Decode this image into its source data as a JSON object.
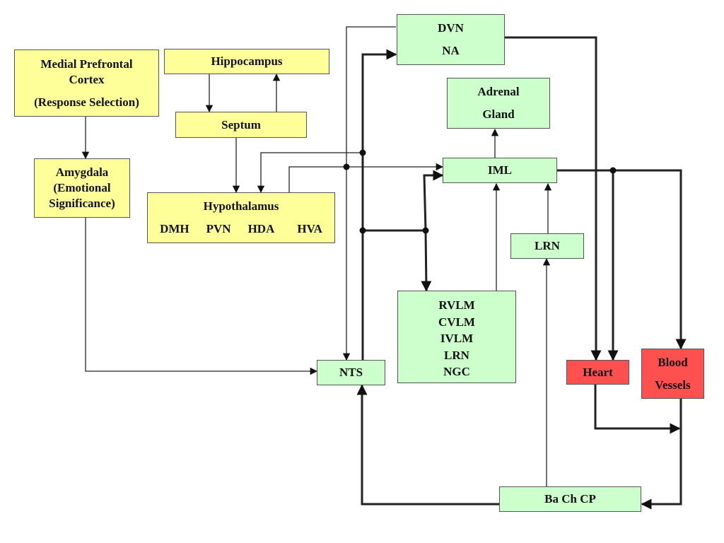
{
  "diagram": {
    "colors": {
      "cortical": "#ffff99",
      "brainstem": "#ccffcc",
      "effector": "#ff5050"
    },
    "nodes": {
      "mpfc": {
        "line1": "Medial Prefrontal",
        "line2": "Cortex",
        "line3": "(Response Selection)"
      },
      "hippocampus": {
        "label": "Hippocampus"
      },
      "septum": {
        "label": "Septum"
      },
      "amygdala": {
        "line1": "Amygdala",
        "line2": "(Emotional",
        "line3": "Significance)"
      },
      "hypothalamus": {
        "label": "Hypothalamus",
        "subnuclei": [
          "DMH",
          "PVN",
          "HDA",
          "HVA"
        ]
      },
      "dvn_na": {
        "line1": "DVN",
        "line2": "NA"
      },
      "adrenal": {
        "line1": "Adrenal",
        "line2": "Gland"
      },
      "iml": {
        "label": "IML"
      },
      "lrn": {
        "label": "LRN"
      },
      "medulla": {
        "lines": [
          "RVLM",
          "CVLM",
          "IVLM",
          "LRN",
          "NGC"
        ]
      },
      "nts": {
        "label": "NTS"
      },
      "heart": {
        "label": "Heart"
      },
      "blood_vessels": {
        "line1": "Blood",
        "line2": "Vessels"
      },
      "bachcp": {
        "label": "Ba Ch CP"
      }
    },
    "connections": [
      {
        "from": "Medial Prefrontal Cortex",
        "to": "Amygdala"
      },
      {
        "from": "Hippocampus",
        "to": "Septum"
      },
      {
        "from": "Septum",
        "to": "Hippocampus"
      },
      {
        "from": "Septum",
        "to": "Hypothalamus"
      },
      {
        "from": "Amygdala",
        "to": "NTS"
      },
      {
        "from": "Hypothalamus",
        "to": "IML"
      },
      {
        "from": "Hypothalamus",
        "to": "DVN"
      },
      {
        "from": "Hypothalamus",
        "to": "NTS"
      },
      {
        "from": "NTS",
        "to": "NA"
      },
      {
        "from": "NTS",
        "to": "Hypothalamus"
      },
      {
        "from": "NTS",
        "to": "RVLM"
      },
      {
        "from": "RVLM",
        "to": "IML"
      },
      {
        "from": "LRN",
        "to": "IML"
      },
      {
        "from": "IML",
        "to": "Adrenal Gland"
      },
      {
        "from": "IML",
        "to": "Heart"
      },
      {
        "from": "IML",
        "to": "Blood Vessels"
      },
      {
        "from": "DVN NA",
        "to": "Heart"
      },
      {
        "from": "Heart",
        "to": "Ba Ch CP"
      },
      {
        "from": "Blood Vessels",
        "to": "Ba Ch CP"
      },
      {
        "from": "Ba Ch CP",
        "to": "NTS"
      },
      {
        "from": "Ba Ch CP",
        "to": "LRN"
      }
    ]
  }
}
